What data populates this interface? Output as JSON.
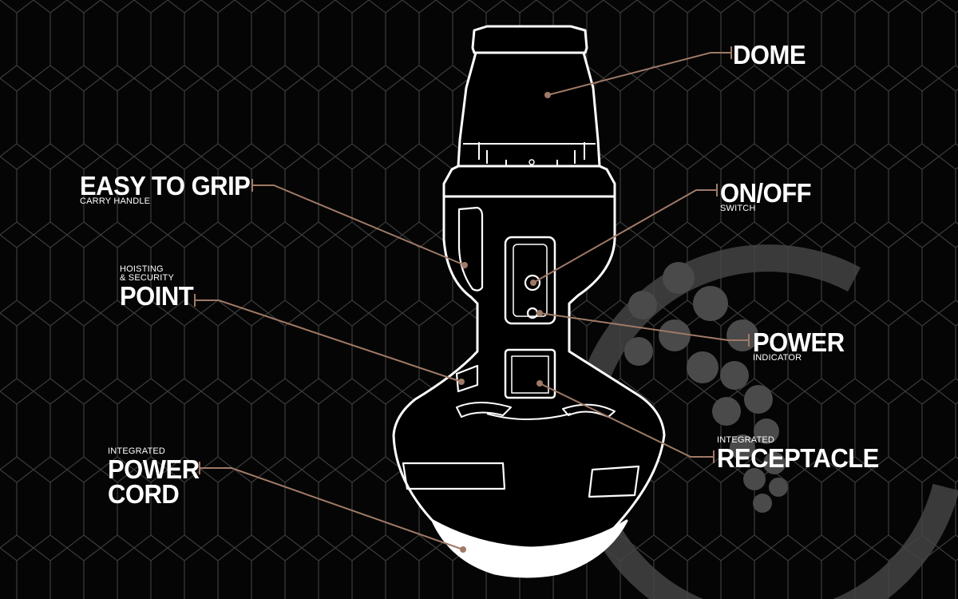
{
  "colors": {
    "background": "#050505",
    "pattern": "#3b3b3b",
    "leader": "#a07a66",
    "outline": "#ffffff",
    "watermark": "#4a4a4a"
  },
  "labels": {
    "dome": {
      "title": "DOME"
    },
    "on_off": {
      "title": "ON/OFF",
      "subtitle": "SWITCH"
    },
    "easy_grip": {
      "title": "EASY TO GRIP",
      "subtitle": "CARRY HANDLE"
    },
    "hoisting": {
      "pre": "HOISTING",
      "pre2": "& SECURITY",
      "title": "POINT"
    },
    "power_indicator": {
      "title": "POWER",
      "subtitle": "INDICATOR"
    },
    "receptacle": {
      "pre": "INTEGRATED",
      "title": "RECEPTACLE"
    },
    "power_cord": {
      "pre": "INTEGRATED",
      "title": "POWER",
      "title2": "CORD"
    }
  }
}
